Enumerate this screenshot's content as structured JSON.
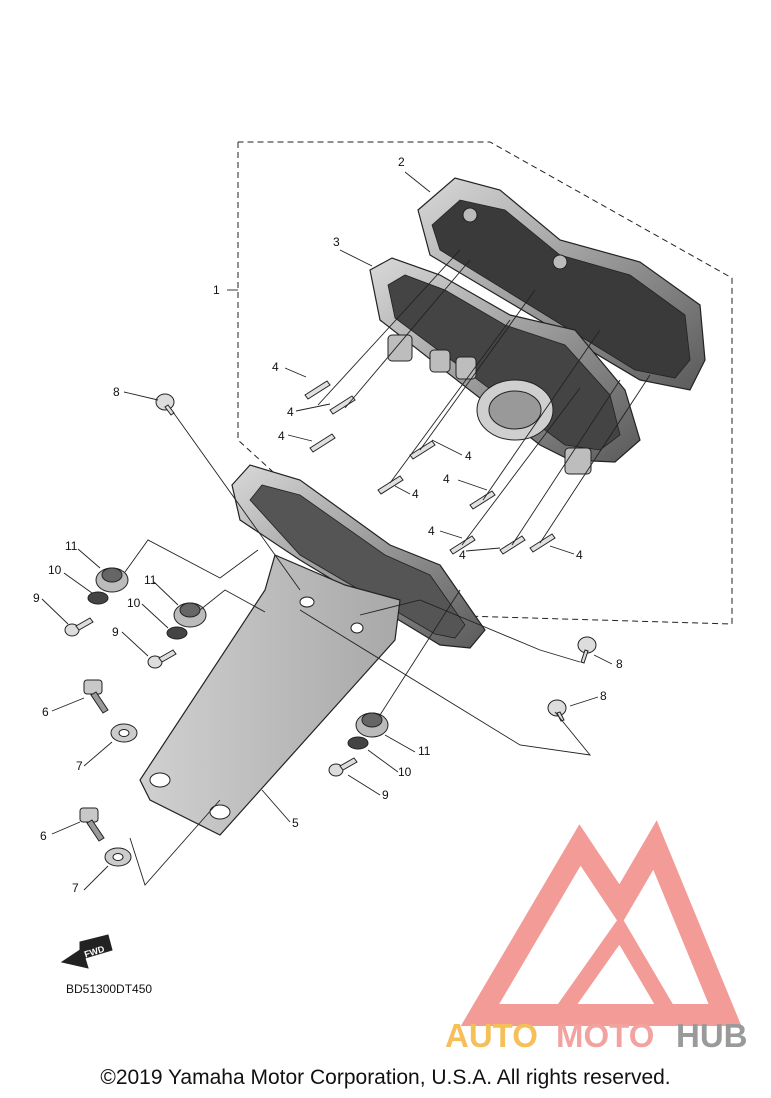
{
  "callouts": {
    "c1": "1",
    "c2": "2",
    "c3": "3",
    "c4a": "4",
    "c4b": "4",
    "c4c": "4",
    "c4d": "4",
    "c4e": "4",
    "c4f": "4",
    "c4g": "4",
    "c4h": "4",
    "c5": "5",
    "c6a": "6",
    "c6b": "6",
    "c7a": "7",
    "c7b": "7",
    "c8a": "8",
    "c8b": "8",
    "c8c": "8",
    "c9a": "9",
    "c9b": "9",
    "c9c": "9",
    "c10a": "10",
    "c10b": "10",
    "c10c": "10",
    "c11a": "11",
    "c11b": "11",
    "c11c": "11"
  },
  "fwd_label": "FWD",
  "diagram_code": "BD51300DT450",
  "watermark": {
    "part1": "AUTO",
    "part2": "MOTO",
    "part3": "HUB",
    "color1": "#f5c05a",
    "color2": "#f2a3a0",
    "color3": "#9a9a9a"
  },
  "copyright": "©2019 Yamaha Motor Corporation, U.S.A. All rights reserved."
}
